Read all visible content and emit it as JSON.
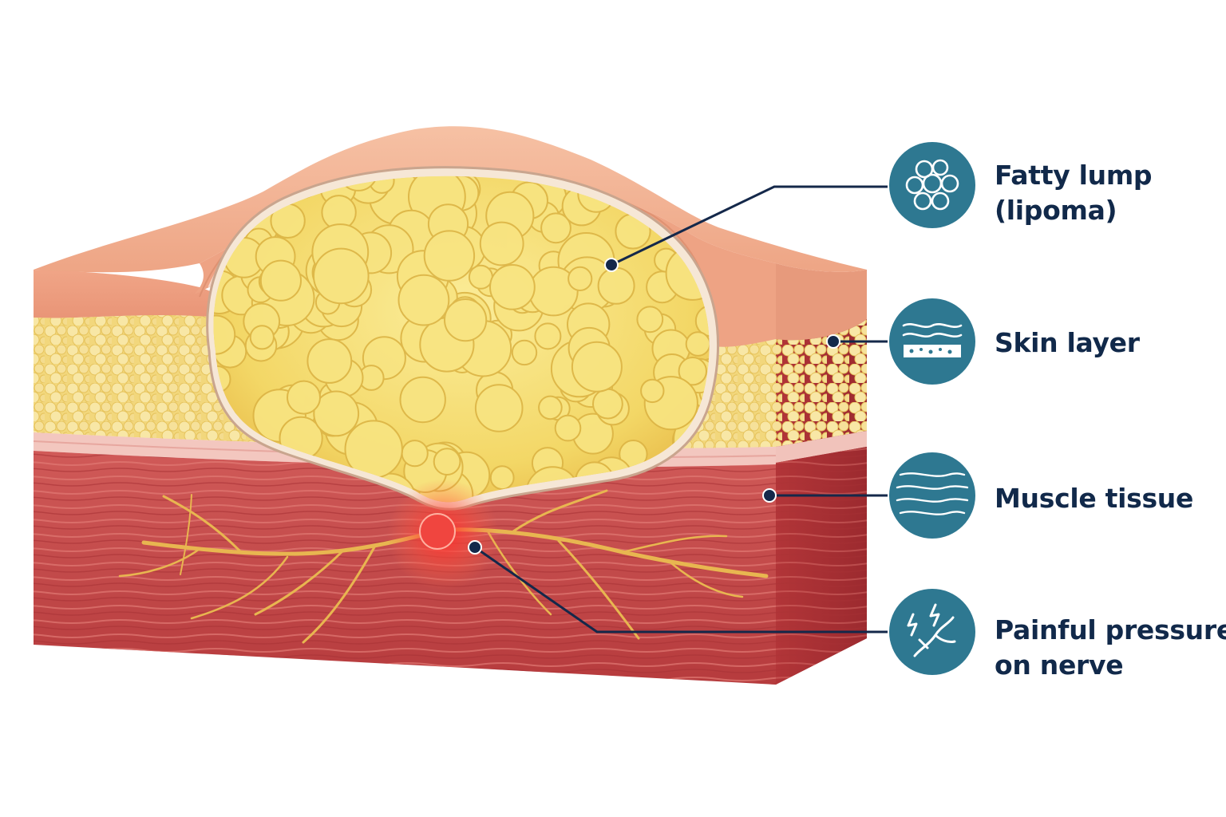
{
  "labels": {
    "fatty_lump": {
      "line1": "Fatty lump",
      "line2": "(lipoma)",
      "icon": "fat-cells-icon"
    },
    "skin_layer": {
      "line1": "Skin layer",
      "icon": "skin-layers-icon"
    },
    "muscle_tissue": {
      "line1": "Muscle tissue",
      "icon": "muscle-fibers-icon"
    },
    "nerve_pressure": {
      "line1": "Painful pressure",
      "line2": "on nerve",
      "icon": "nerve-pain-icon"
    }
  },
  "colors": {
    "icon_circle": "#2e7891",
    "leader_line": "#14284a",
    "label_text": "#11294a",
    "skin": "#f0a88a",
    "fat": "#f3d872",
    "muscle": "#c84b4c",
    "nerve": "#e6b552",
    "inflammation": "#ff3b3b"
  }
}
